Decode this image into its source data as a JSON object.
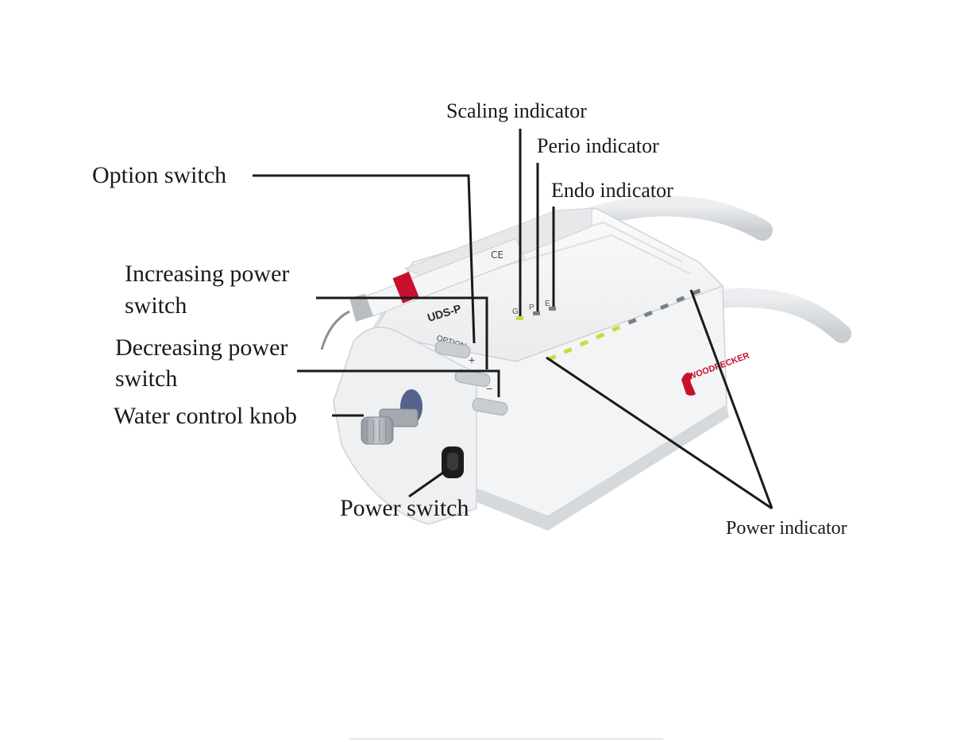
{
  "device": {
    "model_label": "UDS-P",
    "brand_label": "WOODPECKER",
    "option_button_label": "OPTION",
    "plus_label": "+",
    "minus_label": "−",
    "mode_letters": [
      "G",
      "P",
      "E"
    ],
    "led_count": 10,
    "colors": {
      "body": "#f1f2f3",
      "body_shadow": "#d9dcdf",
      "led_on": "#c8dc3c",
      "led_off": "#7b7f83",
      "brand_red": "#c8102e",
      "knob": "#a9b0b6"
    }
  },
  "labels": {
    "scaling_indicator": "Scaling indicator",
    "perio_indicator": "Perio indicator",
    "endo_indicator": "Endo indicator",
    "option_switch": "Option switch",
    "increasing_power_line1": "Increasing power",
    "increasing_power_line2": "switch",
    "decreasing_power_line1": "Decreasing power",
    "decreasing_power_line2": "switch",
    "water_control_knob": "Water control knob",
    "power_switch": "Power switch",
    "power_indicator": "Power indicator"
  }
}
